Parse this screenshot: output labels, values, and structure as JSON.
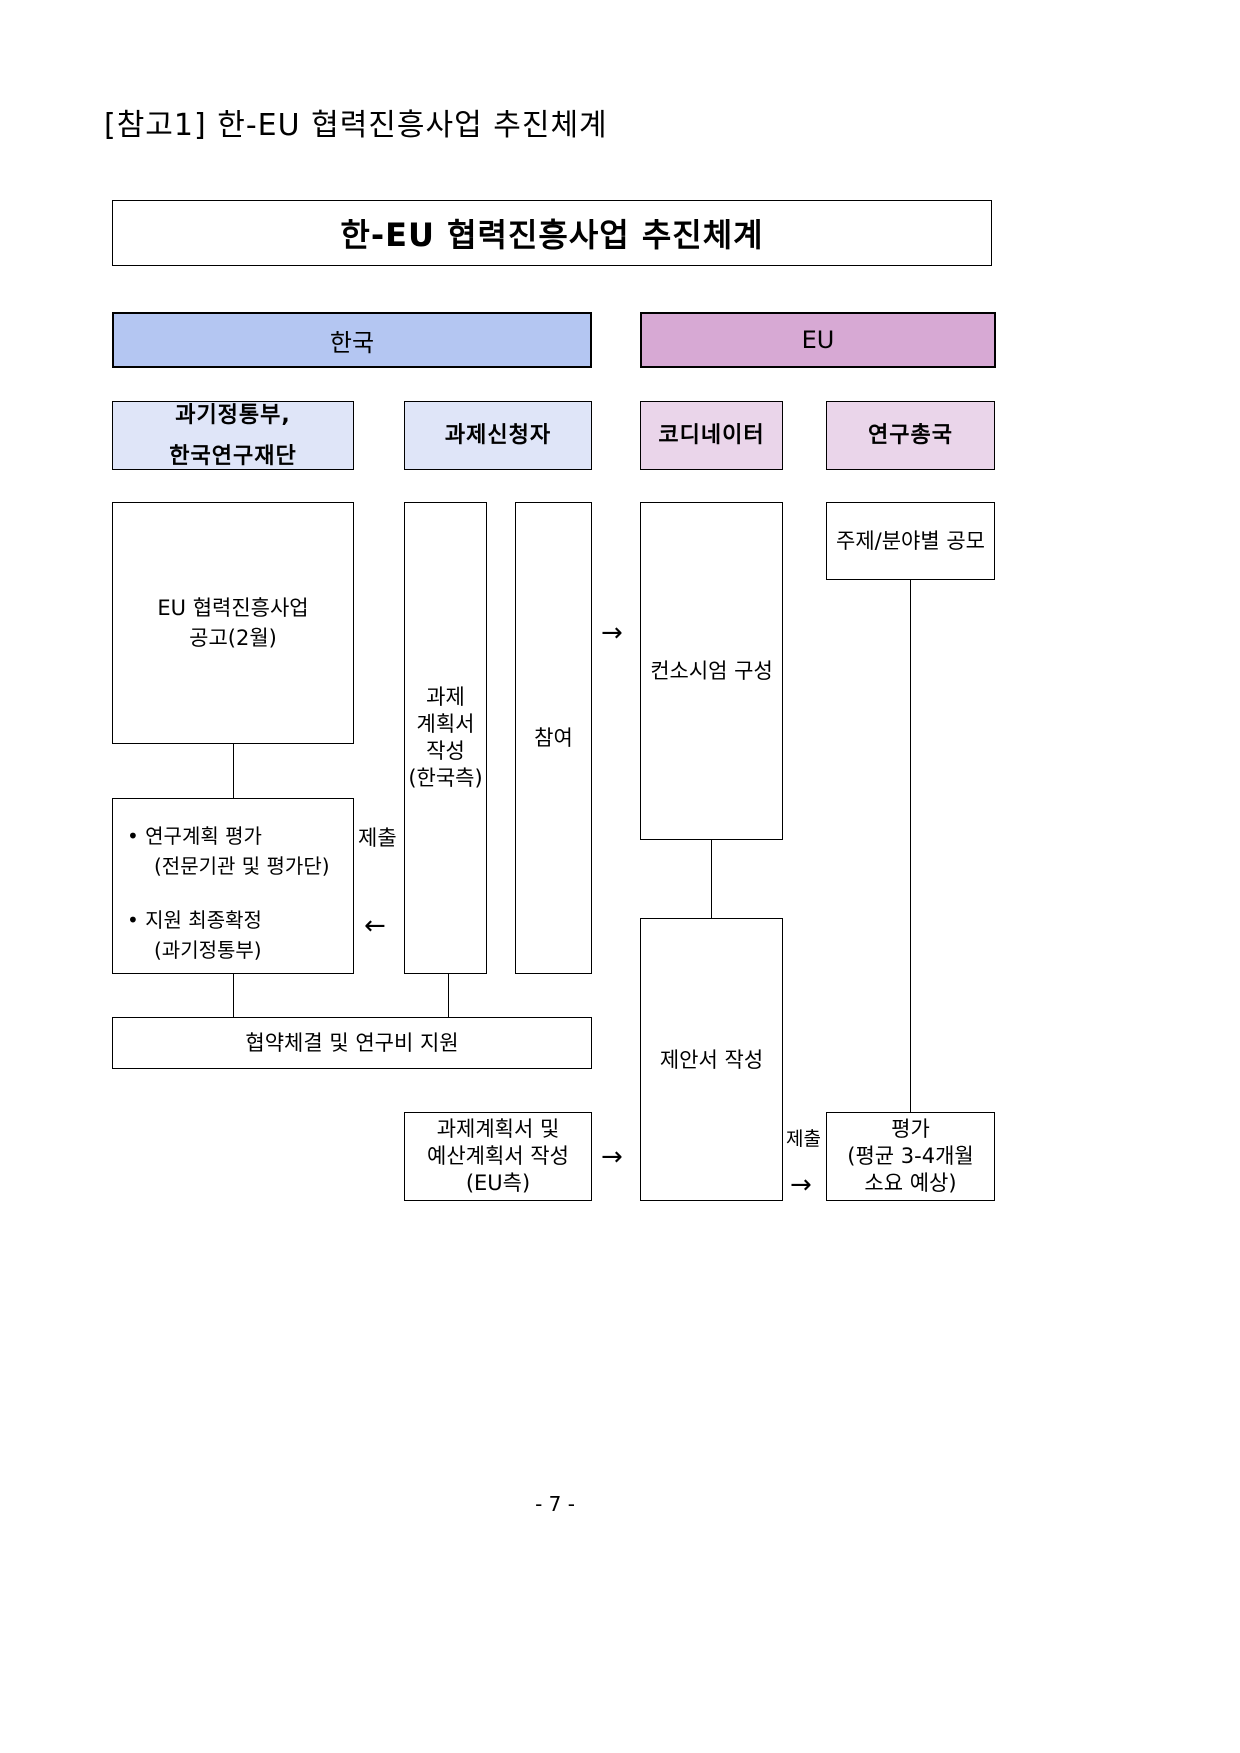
{
  "page_heading": "[참고1] 한-EU 협력진흥사업 추진체계",
  "diagram": {
    "title": "한-EU 협력진흥사업 추진체계",
    "korea_header": "한국",
    "eu_header": "EU",
    "actors": {
      "msit_line1": "과기정통부,",
      "msit_line2": "한국연구재단",
      "applicant": "과제신청자",
      "coordinator": "코디네이터",
      "research_dg": "연구총국"
    },
    "boxes": {
      "announcement_line1": "EU 협력진흥사업",
      "announcement_line2": "공고(2월)",
      "plan_line1": "과제",
      "plan_line2": "계획서",
      "plan_line3": "작성",
      "plan_line4": "(한국측)",
      "participation": "참여",
      "consortium": "컨소시엄 구성",
      "topic_call": "주제/분야별 공모",
      "eval_item1": "• 연구계획 평가",
      "eval_item1_sub": "(전문기관 및 평가단)",
      "eval_item2": "• 지원 최종확정",
      "eval_item2_sub": "(과기정통부)",
      "agreement": "협약체결 및 연구비 지원",
      "proposal": "제안서 작성",
      "eu_plan_line1": "과제계획서 및",
      "eu_plan_line2": "예산계획서 작성",
      "eu_plan_line3": "(EU측)",
      "evaluation_line1": "평가",
      "evaluation_line2": "(평균 3-4개월",
      "evaluation_line3": "소요 예상)"
    },
    "labels": {
      "submit_korea": "제출",
      "submit_eu": "제출",
      "arrow_right": "→",
      "arrow_left": "←"
    }
  },
  "page_number": "- 7 -",
  "colors": {
    "korea_header": "#b4c6f2",
    "korea_sub": "#dfe5f8",
    "eu_header": "#d7a9d4",
    "eu_sub": "#ead5ea"
  }
}
